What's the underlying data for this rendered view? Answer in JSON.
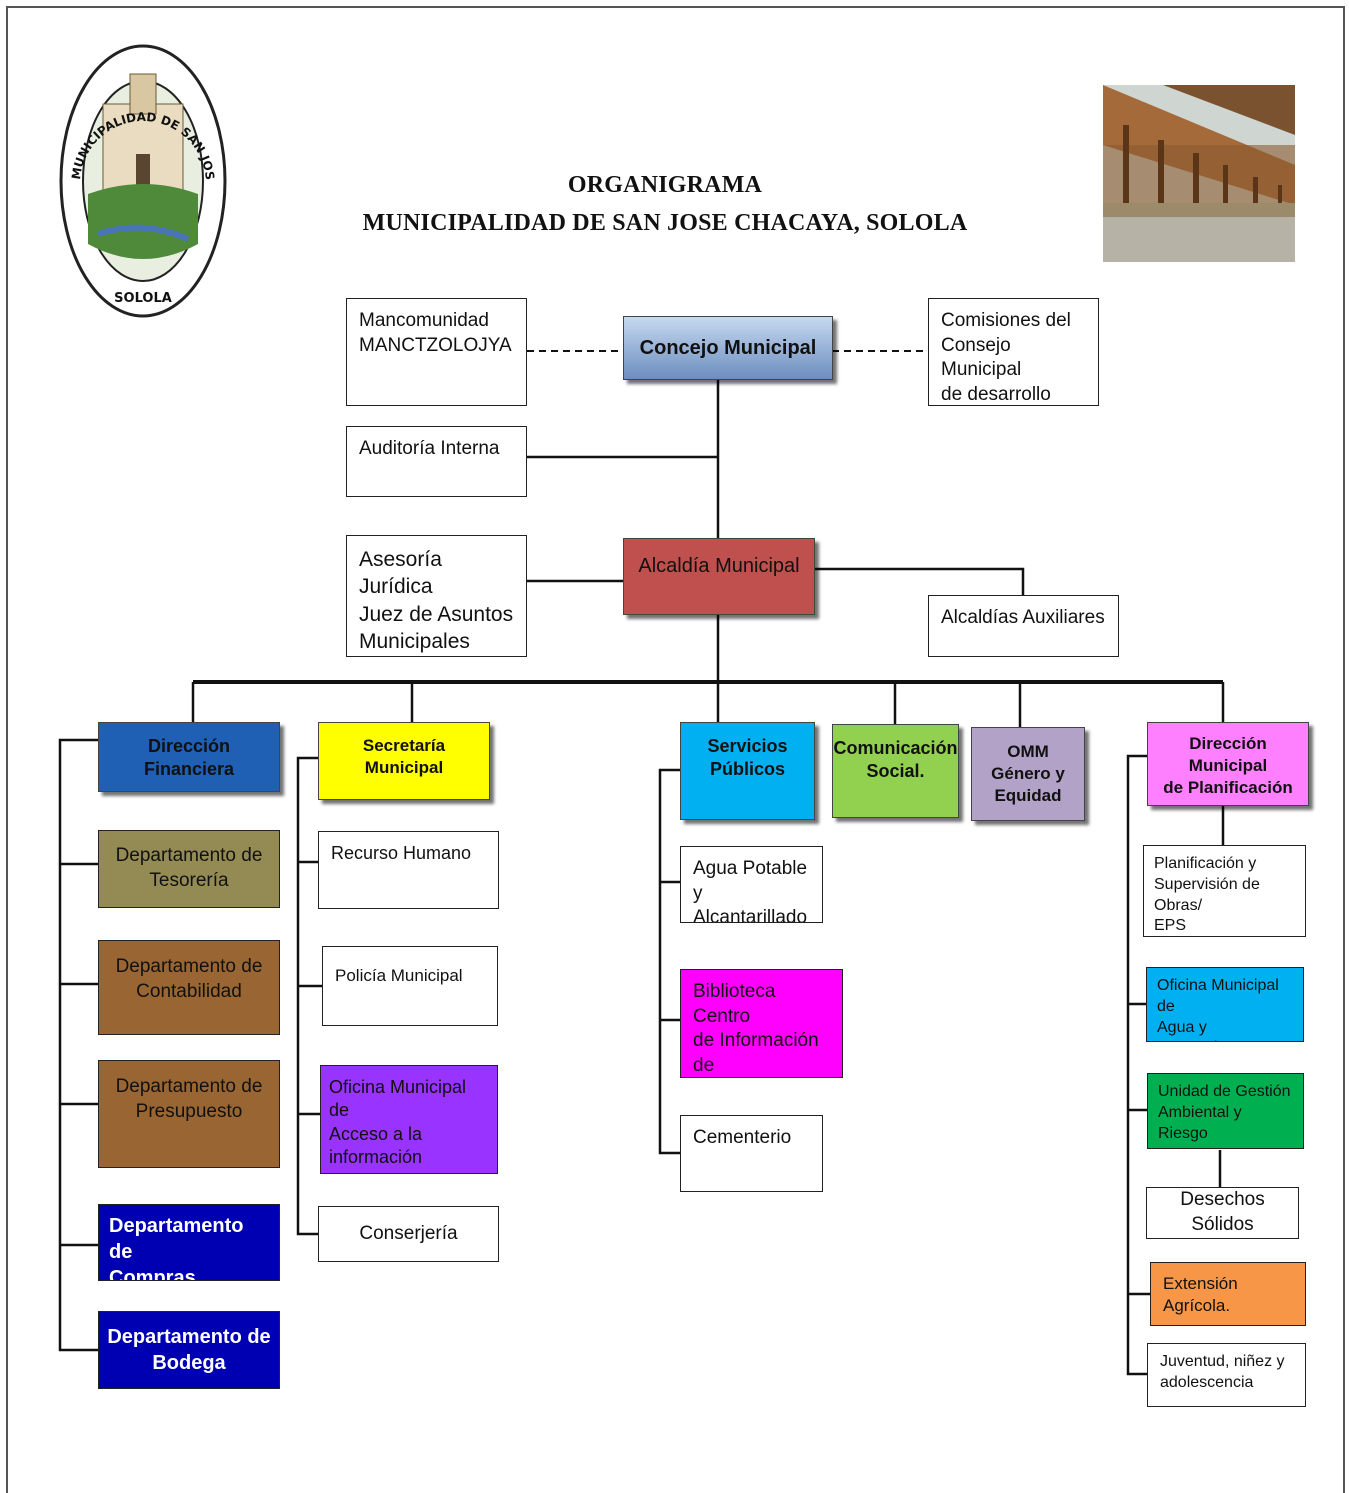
{
  "header": {
    "title_line1": "ORGANIGRAMA",
    "title_line2": "MUNICIPALIDAD DE SAN JOSE CHACAYA, SOLOLA"
  },
  "logo": {
    "text_top": "MUNICIPALIDAD DE SAN JOSE CHACAYA",
    "text_bottom": "SOLOLA"
  },
  "top": {
    "concejo": "Concejo Municipal",
    "mancomunidad": "Mancomunidad\nMANCTZOLOJYA",
    "comisiones": "Comisiones del\n Consejo Municipal\nde desarrollo",
    "auditoria": "Auditoría Interna",
    "asesoria": "Asesoría Jurídica\nJuez de Asuntos\nMunicipales",
    "alcaldia": "Alcaldía Municipal",
    "auxiliares": "Alcaldías Auxiliares"
  },
  "departments": {
    "financiera": "Dirección Financiera",
    "secretaria": "Secretaría Municipal",
    "servicios": "Servicios\nPúblicos",
    "comunicacion": "Comunicación\nSocial.",
    "omm": "OMM\nGénero y\nEquidad",
    "planificacion": "Dirección Municipal\nde Planificación"
  },
  "financiera_units": [
    "Departamento de\nTesorería",
    "Departamento de\nContabilidad",
    "Departamento de\nPresupuesto",
    "Departamento de\nCompras",
    "Departamento de\nBodega"
  ],
  "secretaria_units": [
    "Recurso Humano",
    "Policía Municipal",
    "Oficina Municipal  de\nAcceso a la\ninformación Pública.",
    "Conserjería"
  ],
  "servicios_units": [
    "Agua Potable y\nAlcantarillado",
    "Biblioteca Centro\nde Información de\nInformátic+}",
    "Cementerio"
  ],
  "planificacion_units": [
    "Planificación y\nSupervisión de Obras/\nEPS",
    "Oficina Municipal  de\nAgua y saneamiento",
    "Unidad de Gestión\nAmbiental y Riesgo",
    "Desechos Sólidos",
    "Extensión Agrícola.",
    "Juventud, niñez y\nadolescencia"
  ],
  "colors": {
    "concejo": "#95b3d7",
    "alcaldia": "#c0504d",
    "financiera": "#1f5fb4",
    "secretaria": "#ffff00",
    "servicios": "#00b0f0",
    "comunicacion": "#92d050",
    "omm": "#b3a2c7",
    "planificacion": "#ff80ff",
    "tesoreria": "#948a54",
    "contabilidad": "#996633",
    "compras": "#0000b3",
    "acceso": "#9933ff",
    "biblioteca": "#ff00ff",
    "agua": "#00b0f0",
    "ambiental": "#00b050",
    "extension": "#f79646"
  }
}
